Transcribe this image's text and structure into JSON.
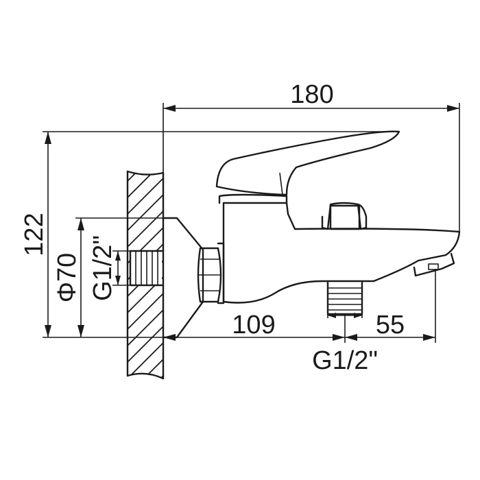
{
  "diagram": {
    "dimensions": {
      "overall_length": "180",
      "overall_height": "122",
      "flange_diameter": "Φ70",
      "inlet_thread": "G1/2\"",
      "wall_to_outlet": "109",
      "outlet_to_spout": "55",
      "outlet_thread": "G1/2\""
    },
    "colors": {
      "line": "#1a1a1a",
      "background": "#ffffff"
    }
  }
}
